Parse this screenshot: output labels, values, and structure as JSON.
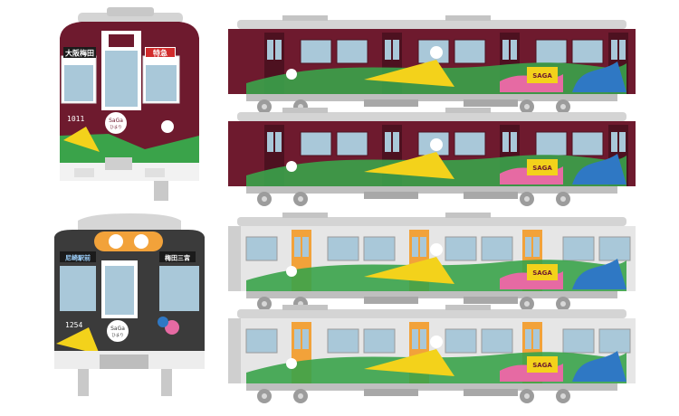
{
  "trains": [
    {
      "front": {
        "destination": "大阪梅田",
        "service_type": "特急",
        "car_number": "1011",
        "logo_line1": "SaGa",
        "logo_line2": "ひまり",
        "body_color": "#6e1a2e"
      },
      "sides": [
        {
          "livery": "maroon",
          "tag": "SAGA"
        },
        {
          "livery": "maroon",
          "tag": "SAGA"
        }
      ]
    },
    {
      "front": {
        "destination": "尼崎駅前",
        "service_type": "梅田三宮",
        "car_number": "1254",
        "logo_line1": "SaGa",
        "logo_line2": "ひまり",
        "body_color": "#3b3b3b"
      },
      "sides": [
        {
          "livery": "silver-orange",
          "tag": "SAGA"
        },
        {
          "livery": "silver-orange",
          "tag": "SAGA"
        }
      ]
    }
  ],
  "colors": {
    "maroon": "#6e1a2e",
    "maroon_dark": "#4d1120",
    "roof_grey": "#d4d4d4",
    "orange": "#f2a23a",
    "silver": "#e6e6e6",
    "window": "#a9c8d9",
    "green": "#3aa34a",
    "yellow": "#f3d21b",
    "blue": "#2f78c4",
    "pink": "#e66aa3"
  }
}
